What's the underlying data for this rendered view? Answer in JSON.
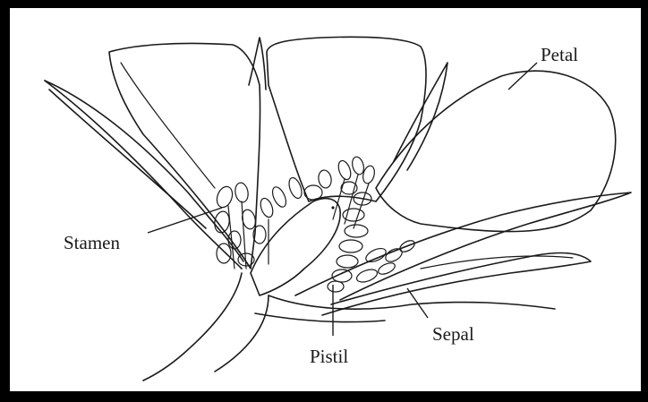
{
  "colors": {
    "border": "#000000",
    "ink": "#1a1a1a",
    "background": "#ffffff"
  },
  "labels": {
    "petal": "Petal",
    "stamen": "Stamen",
    "pistil": "Pistil",
    "sepal": "Sepal"
  }
}
